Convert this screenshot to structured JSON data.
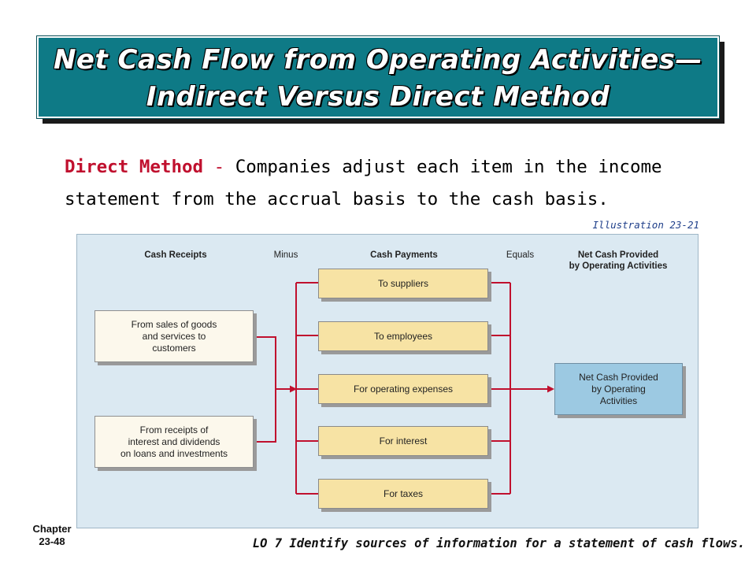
{
  "title": {
    "line1": "Net Cash Flow from Operating Activities—",
    "line2": "Indirect Versus Direct Method"
  },
  "definition": {
    "term": "Direct Method",
    "dash": " - ",
    "text_line1": "Companies adjust each item in the income",
    "text_line2": "statement from the accrual basis to the cash basis."
  },
  "illustration_label": "Illustration 23-21",
  "diagram": {
    "headers": {
      "cash_receipts": "Cash Receipts",
      "minus": "Minus",
      "cash_payments": "Cash Payments",
      "equals": "Equals",
      "net_cash_line1": "Net Cash Provided",
      "net_cash_line2": "by Operating Activities"
    },
    "receipts": [
      {
        "line1": "From sales of goods",
        "line2": "and services to",
        "line3": "customers"
      },
      {
        "line1": "From receipts of",
        "line2": "interest and dividends",
        "line3": "on loans and investments"
      }
    ],
    "payments": [
      "To suppliers",
      "To employees",
      "For operating expenses",
      "For interest",
      "For taxes"
    ],
    "result": {
      "line1": "Net Cash Provided",
      "line2": "by Operating",
      "line3": "Activities"
    },
    "colors": {
      "connector": "#c0102e",
      "receipt_box": "#fcf8ec",
      "payment_box": "#f7e3a4",
      "result_box": "#9cc9e2",
      "panel": "#dbe9f2",
      "title_bar": "#0e7a86"
    }
  },
  "footer": {
    "chapter_line1": "Chapter",
    "chapter_line2": "23-48",
    "learning_objective": "LO 7  Identify sources of information for a statement of cash flows."
  }
}
